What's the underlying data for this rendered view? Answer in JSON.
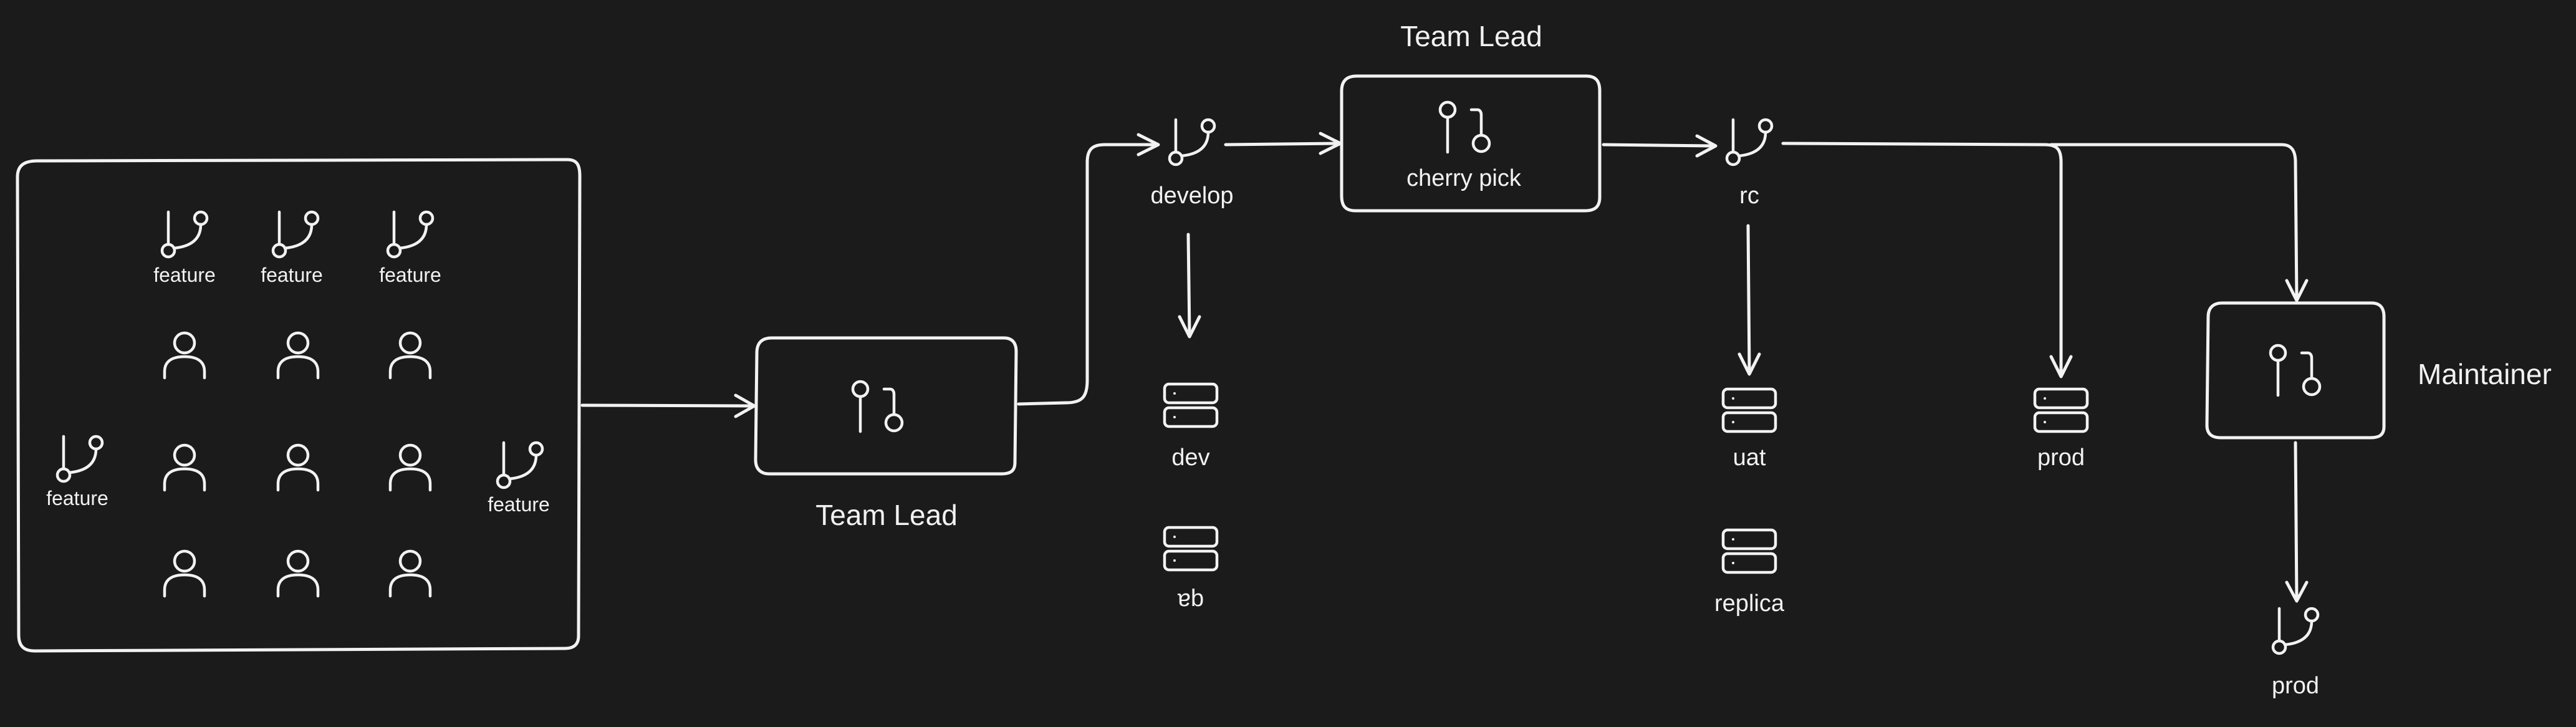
{
  "colors": {
    "background": "#1b1b1b",
    "foreground": "#f2f2f2"
  },
  "team": {
    "feature_labels": [
      "feature",
      "feature",
      "feature",
      "feature",
      "feature"
    ]
  },
  "review": {
    "label": "Team Lead"
  },
  "develop": {
    "label": "develop"
  },
  "cherry_pick": {
    "title": "Team Lead",
    "label": "cherry pick"
  },
  "rc": {
    "label": "rc"
  },
  "servers": {
    "dev": "dev",
    "qa": "qa",
    "uat": "uat",
    "replica": "replica",
    "prod": "prod"
  },
  "maintainer": {
    "label": "Maintainer"
  },
  "final": {
    "label": "prod"
  }
}
